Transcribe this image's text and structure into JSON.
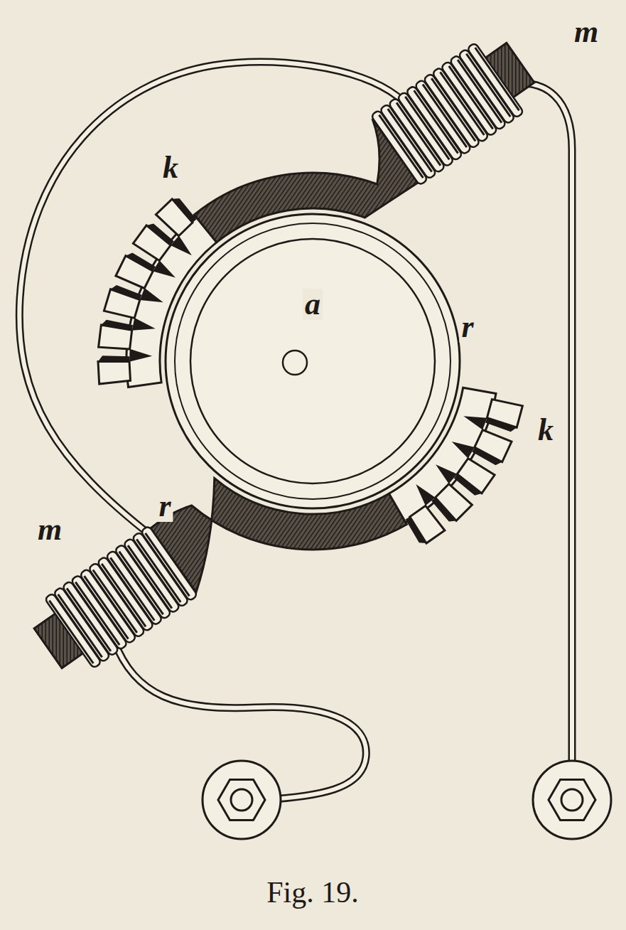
{
  "diagram": {
    "caption": "Fig. 19.",
    "labels": [
      "m",
      "k",
      "a",
      "r",
      "r",
      "k",
      "m"
    ]
  }
}
